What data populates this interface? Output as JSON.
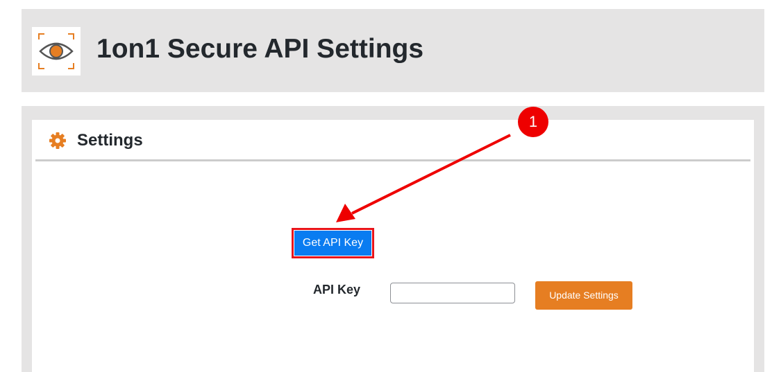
{
  "header": {
    "title": "1on1 Secure API Settings",
    "logo_icon": "eye-focus-icon",
    "logo_colors": {
      "bracket": "#e67e22",
      "eye_outline": "#555555",
      "pupil": "#e67e22"
    }
  },
  "settings": {
    "title": "Settings",
    "title_icon": "gear-icon",
    "get_api_key_label": "Get API Key",
    "api_key_label": "API Key",
    "api_key_value": "",
    "api_key_placeholder": "",
    "update_button_label": "Update Settings"
  },
  "annotation": {
    "step_number": "1",
    "color": "#ee0000",
    "target": "get-api-key-button"
  },
  "colors": {
    "header_bg": "#e5e4e4",
    "accent_orange": "#e67e22",
    "primary_blue": "#0a7cf1",
    "highlight_red": "#e8141b"
  }
}
